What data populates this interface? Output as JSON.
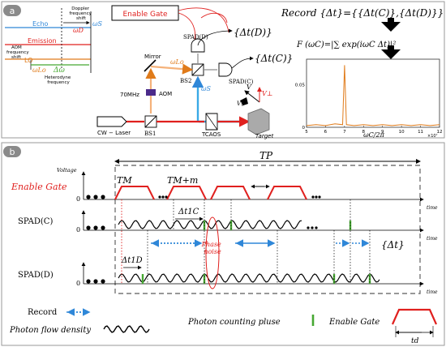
{
  "panel_a": {
    "badge": "a",
    "energy": {
      "echo": "Echo",
      "emission": "Emission",
      "lo": "LO",
      "doppler": "Doppler\nfrequency\nshift",
      "aom_shift": "AOM\nfrequency\nshift",
      "heterodyne": "Heterodyne\nfrequency",
      "omega_d": "ωD",
      "omega_s": "ωS",
      "omega_lo": "ωLo",
      "delta_omega": "Δω"
    },
    "setup": {
      "enable_gate": "Enable Gate",
      "spad_d": "SPAD(D)",
      "spad_c": "SPAD(C)",
      "mirror": "Mirror",
      "omega_lo": "ωLo",
      "omega_s": "ωS",
      "mhz": "70MHz",
      "aom": "AOM",
      "bs1": "BS1",
      "bs2": "BS2",
      "laser": "CW − Laser",
      "tcaos": "TCAOS",
      "target": "Target",
      "v": "V",
      "v_par": "V∥",
      "v_perp": "V⊥",
      "dt_d": "{Δt(D)}",
      "dt_c": "{Δt(C)}"
    },
    "record_formula": "Record {Δt}={{Δt(C)},{Δt(D)}}",
    "fft_formula": "F (ωC)=|∑ exp(iωC Δt)|²"
  },
  "spectrum": {
    "chart_data": {
      "type": "line",
      "x": [
        5,
        5.5,
        6,
        6.5,
        6.9,
        7,
        7.1,
        7.5,
        8,
        8.5,
        9,
        9.5,
        10,
        10.5,
        11,
        11.5,
        12
      ],
      "values": [
        0.002,
        0.003,
        0.002,
        0.004,
        0.003,
        0.073,
        0.003,
        0.002,
        0.003,
        0.002,
        0.003,
        0.002,
        0.003,
        0.002,
        0.003,
        0.002,
        0.003
      ],
      "xlabel": "ωC/2π",
      "ylabel": "",
      "xlim": [
        5,
        12
      ],
      "ylim": [
        0,
        0.08
      ],
      "xticks": [
        "5",
        "6",
        "7",
        "8",
        "9",
        "10",
        "11",
        "12"
      ],
      "yticks": [
        "0",
        "0.05"
      ],
      "x_exponent": "×10⁷",
      "color": "#e07b1a"
    }
  },
  "panel_b": {
    "badge": "b",
    "tp": "TP",
    "voltage": "Voltage",
    "enable_gate": "Enable Gate",
    "spad_c": "SPAD(C)",
    "spad_d": "SPAD(D)",
    "tm": "TM",
    "tm_m": "TM+m",
    "dt_c": "Δt1C",
    "dt_d": "Δt1D",
    "phase_noise": "Phase\nnoise",
    "dt_set": "{Δt}",
    "zero": "0",
    "time": "time",
    "legend": {
      "record": "Record",
      "photon_flow": "Photon flow density",
      "photon_counting": "Photon counting pluse",
      "enable_gate": "Enable Gate",
      "td": "td"
    },
    "colors": {
      "red": "#e0201e",
      "blue": "#2f87d8",
      "green": "#46a832",
      "orange": "#e07b1a"
    }
  }
}
